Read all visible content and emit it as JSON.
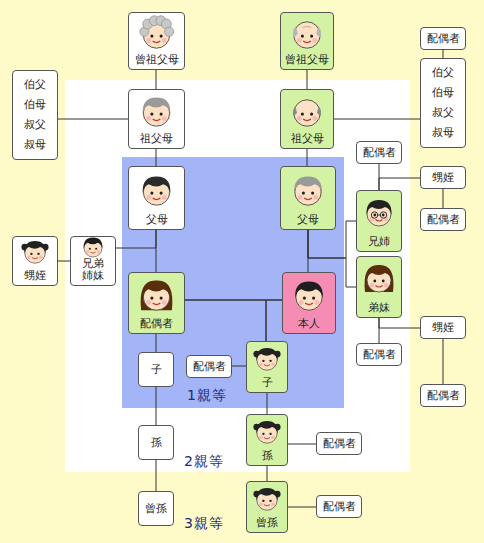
{
  "diagram": {
    "nodes": [
      {
        "text": [
          "曾祖父母"
        ]
      },
      {
        "text": [
          "曾祖父母"
        ]
      },
      {
        "text": [
          "配偶者"
        ]
      },
      {
        "text": [
          "伯父 伯母 叔父 叔母"
        ]
      },
      {
        "text": [
          "伯父 伯母 叔父 叔母"
        ]
      },
      {
        "text": [
          "祖父母"
        ]
      },
      {
        "text": [
          "祖父母"
        ]
      },
      {
        "text": [
          "配偶者"
        ]
      },
      {
        "text": [
          "甥姪"
        ]
      },
      {
        "text": [
          "父母"
        ]
      },
      {
        "text": [
          "父母"
        ]
      },
      {
        "text": [
          "兄姉"
        ]
      },
      {
        "text": [
          "配偶者"
        ]
      },
      {
        "text": [
          "甥姪"
        ]
      },
      {
        "text": [
          "兄弟姉妹"
        ]
      },
      {
        "text": [
          "弟妹"
        ]
      },
      {
        "text": [
          "配偶者"
        ]
      },
      {
        "text": [
          "本人"
        ]
      },
      {
        "text": [
          "甥姪"
        ]
      },
      {
        "text": [
          "配偶者"
        ]
      },
      {
        "text": [
          "子"
        ]
      },
      {
        "text": [
          "配偶者"
        ]
      },
      {
        "text": [
          "子"
        ]
      },
      {
        "text": [
          "配偶者"
        ]
      },
      {
        "text": [
          "孫"
        ]
      },
      {
        "text": [
          "孫"
        ]
      },
      {
        "text": [
          "配偶者"
        ]
      },
      {
        "text": [
          "曾孫"
        ]
      },
      {
        "text": [
          "曾孫"
        ]
      },
      {
        "text": [
          "配偶者"
        ]
      }
    ],
    "edges": [
      {
        "from": 0,
        "to": 5,
        "arrow": "none"
      },
      {
        "from": 1,
        "to": 6,
        "arrow": "none"
      },
      {
        "from": 2,
        "to": 3,
        "arrow": "none"
      },
      {
        "from": 5,
        "to": 4,
        "arrow": "none"
      },
      {
        "from": 6,
        "to": 3,
        "arrow": "none"
      },
      {
        "from": 5,
        "to": 9,
        "arrow": "none"
      },
      {
        "from": 6,
        "to": 10,
        "arrow": "none"
      },
      {
        "from": 10,
        "to": 17,
        "arrow": "none"
      },
      {
        "from": 10,
        "to": 11,
        "arrow": "none"
      },
      {
        "from": 10,
        "to": 15,
        "arrow": "none"
      },
      {
        "from": 11,
        "to": 7,
        "arrow": "none"
      },
      {
        "from": 11,
        "to": 8,
        "arrow": "none"
      },
      {
        "from": 8,
        "to": 12,
        "arrow": "none"
      },
      {
        "from": 15,
        "to": 19,
        "arrow": "none"
      },
      {
        "from": 15,
        "to": 18,
        "arrow": "none"
      },
      {
        "from": 18,
        "to": 23,
        "arrow": "none"
      },
      {
        "from": 9,
        "to": 16,
        "arrow": "none"
      },
      {
        "from": 9,
        "to": 14,
        "arrow": "none"
      },
      {
        "from": 14,
        "to": 13,
        "arrow": "none"
      },
      {
        "from": 16,
        "to": 17,
        "arrow": "none"
      },
      {
        "from": 16,
        "to": 20,
        "arrow": "none"
      },
      {
        "from": 16,
        "to": 22,
        "arrow": "none"
      },
      {
        "from": 17,
        "to": 22,
        "arrow": "none"
      },
      {
        "from": 22,
        "to": 21,
        "arrow": "none"
      },
      {
        "from": 22,
        "to": 24,
        "arrow": "none"
      },
      {
        "from": 20,
        "to": 25,
        "arrow": "none"
      },
      {
        "from": 24,
        "to": 26,
        "arrow": "none"
      },
      {
        "from": 25,
        "to": 28,
        "arrow": "none"
      },
      {
        "from": 24,
        "to": 27,
        "arrow": "none"
      },
      {
        "from": 27,
        "to": 29,
        "arrow": "none"
      }
    ],
    "labels": [
      "1親等",
      "2親等",
      "3親等"
    ]
  }
}
